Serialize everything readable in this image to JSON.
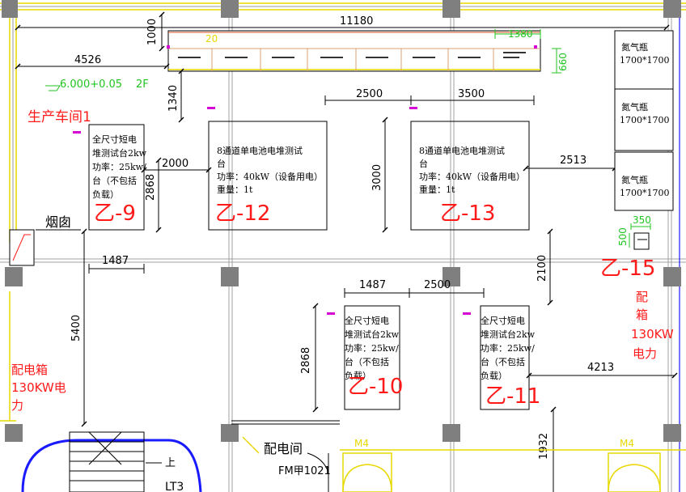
{
  "floor": {
    "elevation": "6.000+0.05",
    "floor_label": "2F",
    "room_name": "生产车间1"
  },
  "dimensions": {
    "top_span": "11180",
    "left_span": "4526",
    "wall_gap": "1000",
    "cabinet_small": "20",
    "cabinet_right": "1380",
    "cabinet_depth": "660",
    "gap_1340": "1340",
    "gap_2500_top": "2500",
    "gap_3500": "3500",
    "gap_2000": "2000",
    "gap_2868_left": "2868",
    "gap_3000": "3000",
    "gap_2513": "2513",
    "gap_1487_left": "1487",
    "gap_350": "350",
    "gap_500": "500",
    "gap_2100": "2100",
    "gap_1487_mid": "1487",
    "gap_2500_mid": "2500",
    "gap_5400": "5400",
    "gap_2868_mid": "2868",
    "gap_4213": "4213",
    "gap_1932": "1932"
  },
  "stations": [
    {
      "id": "乙-9",
      "lines": [
        "全尺寸短电",
        "堆测试台2kw",
        "功率：25kw/",
        "台（不包括",
        "负载）"
      ]
    },
    {
      "id": "乙-12",
      "lines": [
        "8通道单电池电堆测试",
        "台",
        "功率：40kW（设备用电）",
        "重量：1t"
      ]
    },
    {
      "id": "乙-13",
      "lines": [
        "8通道单电池电堆测试",
        "台",
        "功率：40kW（设备用电）",
        "重量：1t"
      ]
    },
    {
      "id": "乙-10",
      "lines": [
        "全尺寸短电",
        "堆测试台2kw",
        "功率：25kw/",
        "台（不包括",
        "负载）"
      ]
    },
    {
      "id": "乙-11",
      "lines": [
        "全尺寸短电",
        "堆测试台2kw",
        "功率：25kw/",
        "台（不包括",
        "负载）"
      ]
    },
    {
      "id": "乙-15",
      "lines": []
    }
  ],
  "nitrogen": [
    {
      "name": "氮气瓶",
      "size": "1700*1700"
    },
    {
      "name": "氮气瓶",
      "size": "1700*1700"
    },
    {
      "name": "氮气瓶",
      "size": "1700*1700"
    }
  ],
  "distribution_left": {
    "lines": [
      "配电箱",
      "130KW电",
      "力"
    ]
  },
  "distribution_right": {
    "lines": [
      "配",
      "箱",
      "130KW",
      "电力"
    ]
  },
  "labels": {
    "chimney": "烟囱",
    "power_room": "配电间",
    "door_code": "FM甲1021",
    "door_m4_left": "M4",
    "door_m4_right": "M4",
    "stair_up": "上",
    "stair_code": "LT3"
  },
  "colors": {
    "line": "#000000",
    "red": "#ff1a1a",
    "green": "#22c422",
    "yellow": "#e8d800",
    "column": "#7f7f7f",
    "blue": "#1a1aff"
  }
}
